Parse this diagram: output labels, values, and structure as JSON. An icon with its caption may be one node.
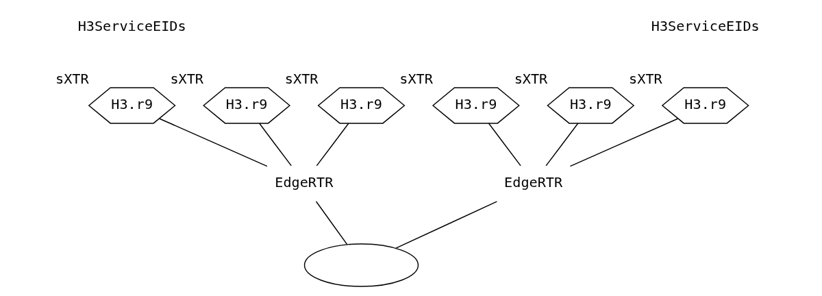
{
  "diagram": {
    "nodes": [
      {
        "text": [
          "H3.r9"
        ],
        "beside": [
          "sXTR"
        ]
      },
      {
        "text": [
          "H3.r9"
        ],
        "beside": [
          "sXTR"
        ]
      },
      {
        "text": [
          "H3.r9"
        ],
        "beside": [
          "sXTR"
        ]
      },
      {
        "text": [
          "EdgeRTR"
        ]
      },
      {
        "text": [],
        "shape": "cloud"
      },
      {
        "text": [
          "EdgeRTR"
        ]
      },
      {
        "text": [
          "H3.r9"
        ],
        "beside": [
          "sXTR"
        ]
      },
      {
        "text": [
          "H3.r9"
        ],
        "beside": [
          "sXTR"
        ]
      },
      {
        "text": [
          "H3.r9"
        ],
        "beside": [
          "sXTR"
        ]
      }
    ],
    "edges": [
      {
        "from": 0,
        "to": 3,
        "arrow": "none"
      },
      {
        "from": 1,
        "to": 3,
        "arrow": "none"
      },
      {
        "from": 2,
        "to": 3,
        "arrow": "none"
      },
      {
        "from": 3,
        "to": 4,
        "arrow": "none"
      },
      {
        "from": 5,
        "to": 4,
        "arrow": "none"
      },
      {
        "from": 6,
        "to": 5,
        "arrow": "none"
      },
      {
        "from": 7,
        "to": 5,
        "arrow": "none"
      },
      {
        "from": 8,
        "to": 5,
        "arrow": "none"
      }
    ],
    "labels": [
      "H3ServiceEIDs",
      "H3ServiceEIDs"
    ]
  }
}
